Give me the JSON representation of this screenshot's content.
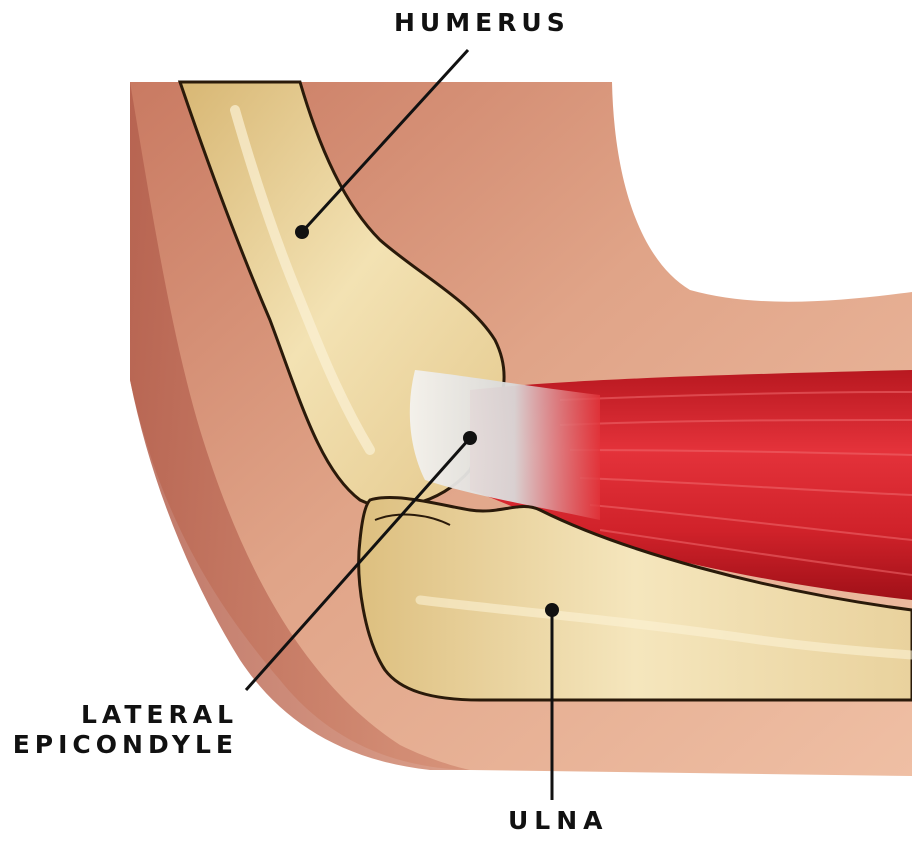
{
  "labels": {
    "humerus": "HUMERUS",
    "lateral_epicondyle_line1": "LATERAL",
    "lateral_epicondyle_line2": "EPICONDYLE",
    "ulna": "ULNA"
  },
  "colors": {
    "background": "#ffffff",
    "skin": "#d9957a",
    "skin_shadow": "#b86a55",
    "skin_light": "#f0c2a6",
    "bone": "#e8cf94",
    "bone_light": "#f6e7bd",
    "bone_outline": "#2a1a0a",
    "tendon": "#d7d7d7",
    "muscle": "#d8262c",
    "muscle_dark": "#a8141c",
    "leader_line": "#111111"
  }
}
